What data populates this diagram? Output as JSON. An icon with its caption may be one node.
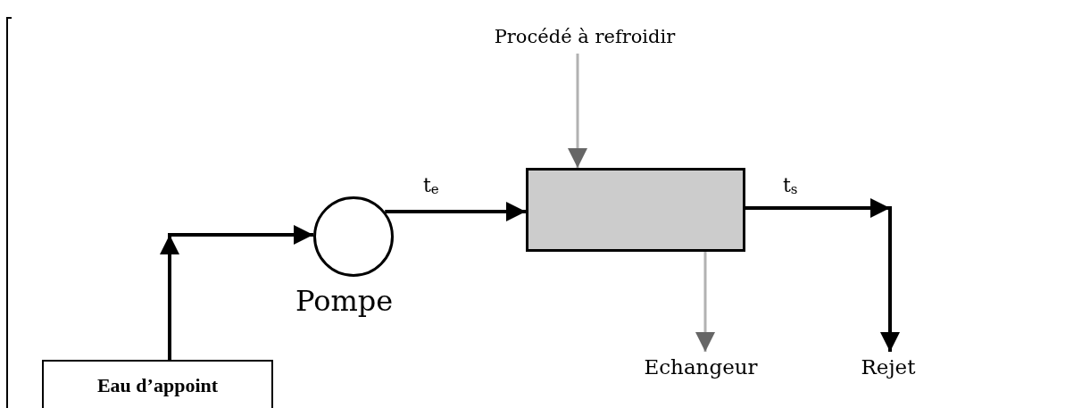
{
  "diagram": {
    "nodes": [
      {
        "text": [
          "Procédé à refroidir"
        ]
      },
      {
        "text": [
          "Eau d’appoint"
        ]
      },
      {
        "text": [],
        "shape": "circle",
        "beside": [
          "Pompe"
        ]
      },
      {
        "text": [],
        "shape": "box"
      },
      {
        "text": [
          "Echangeur"
        ]
      },
      {
        "text": [
          "Rejet"
        ]
      }
    ],
    "edges": [
      {
        "from": 1,
        "to": 2,
        "arrow": "to"
      },
      {
        "from": 2,
        "to": 3,
        "arrow": "to",
        "label": "t$_{e}$"
      },
      {
        "from": 0,
        "to": 3,
        "arrow": "to",
        "color": "#666666"
      },
      {
        "from": 3,
        "to": 4,
        "arrow": "to",
        "color": "#666666"
      },
      {
        "from": 3,
        "to": 5,
        "arrow": "to",
        "label": "t$_{s}$"
      }
    ]
  }
}
